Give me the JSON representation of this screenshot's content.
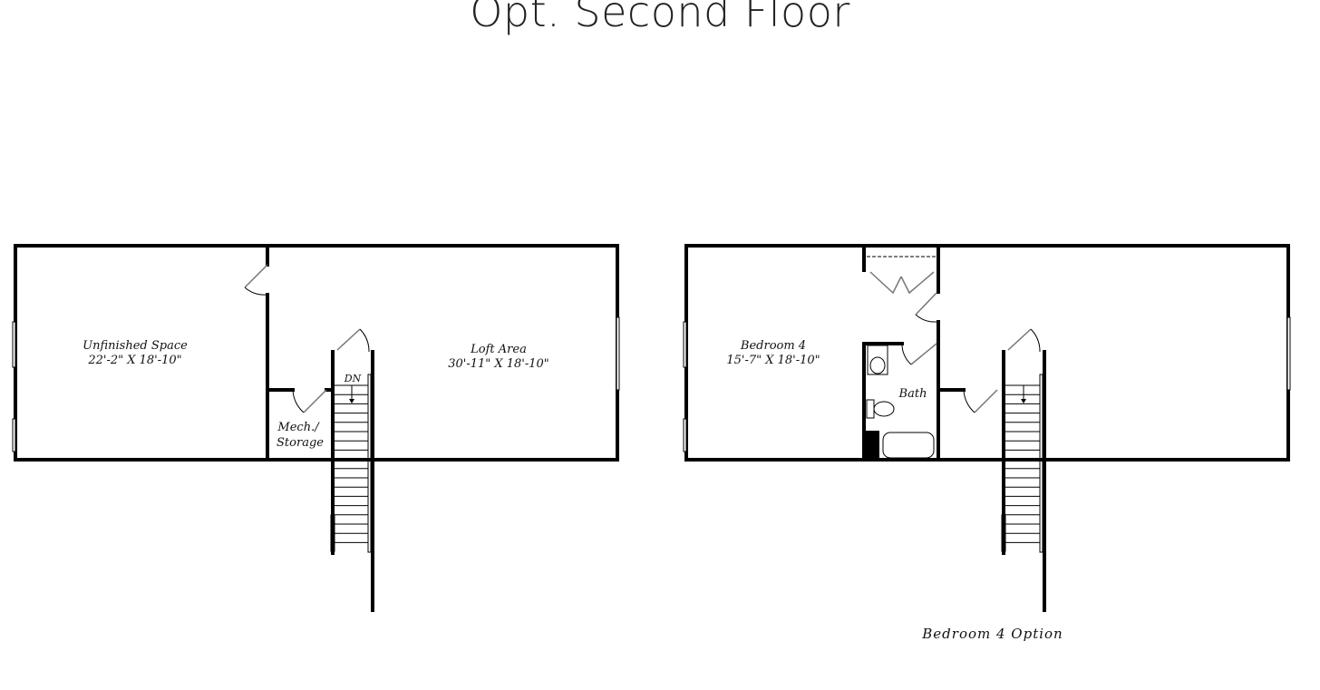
{
  "title": "Opt. Second Floor",
  "plans": [
    {
      "rooms": [
        {
          "name": "Unfinished Space",
          "size": "22'-2\" X 18'-10\""
        },
        {
          "name": "Loft Area",
          "size": "30'-11\" X 18'-10\""
        },
        {
          "name": "Mech./",
          "size": "Storage"
        }
      ],
      "stair_label": "DN"
    },
    {
      "rooms": [
        {
          "name": "Bedroom 4",
          "size": "15'-7\" X 18'-10\""
        },
        {
          "name": "Bath"
        }
      ],
      "caption": "Bedroom 4 Option"
    }
  ]
}
